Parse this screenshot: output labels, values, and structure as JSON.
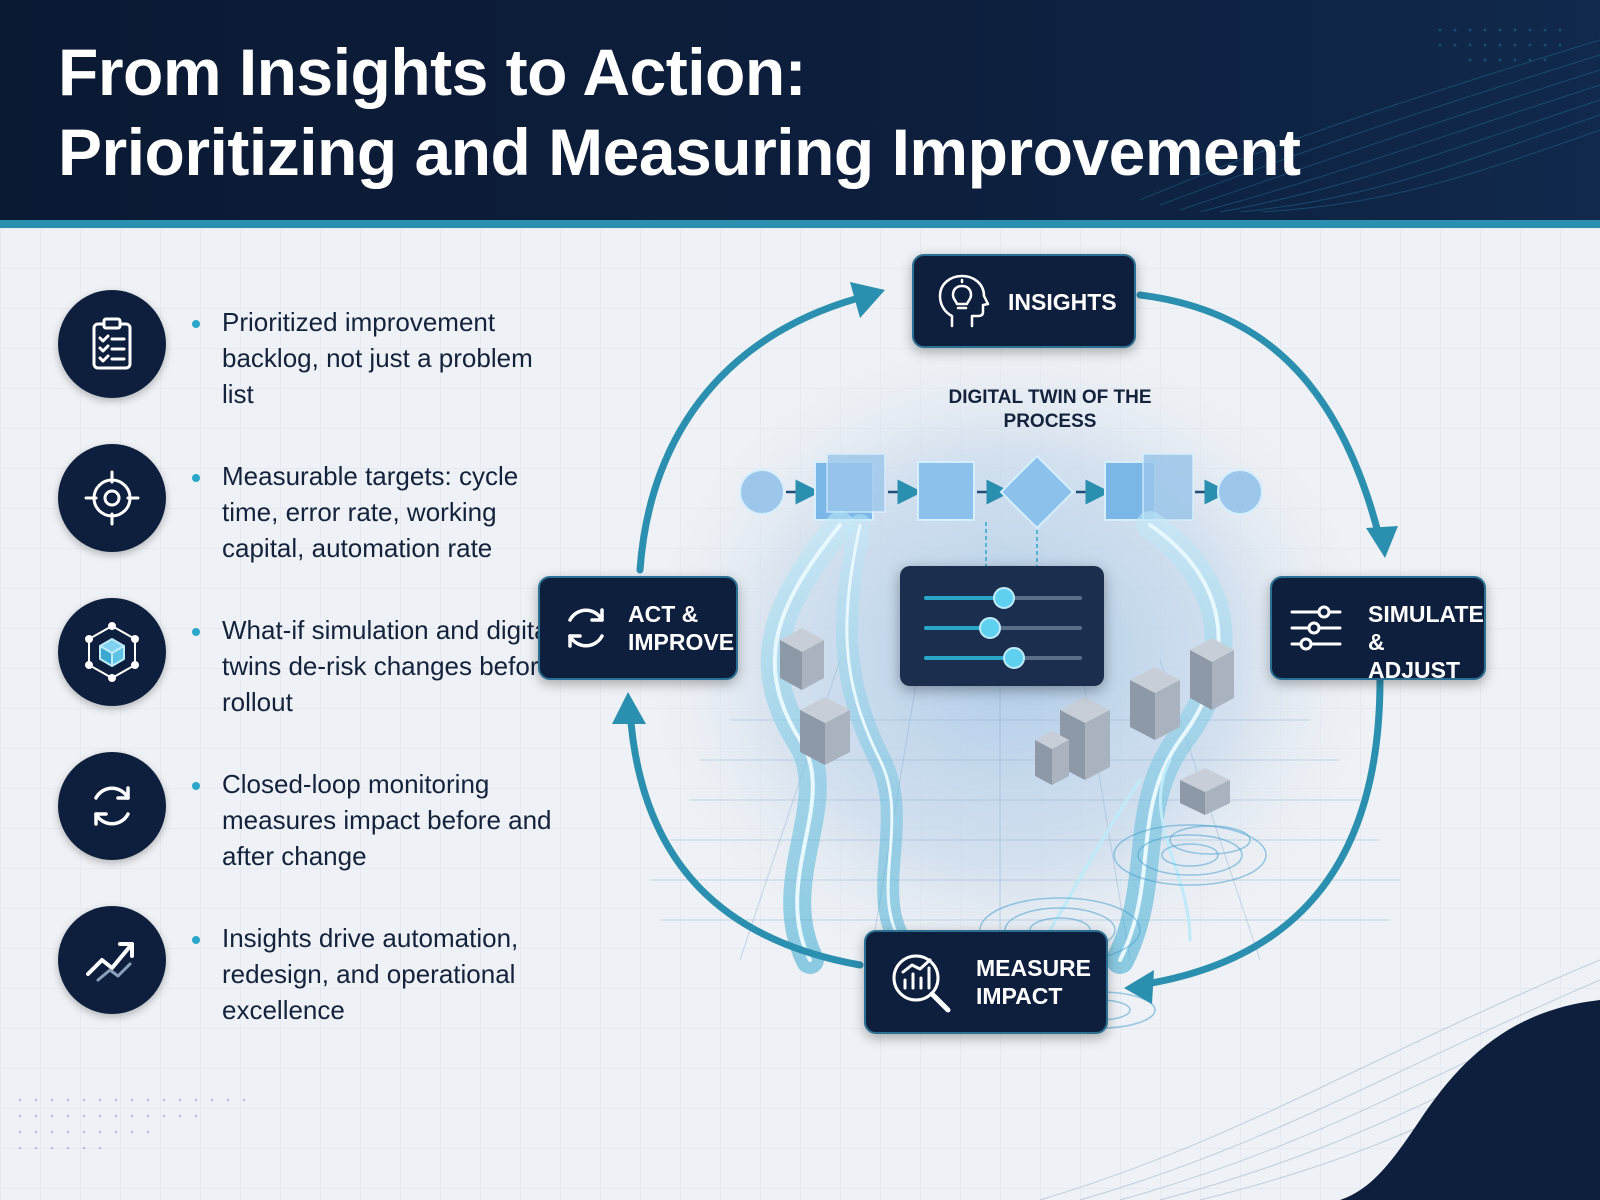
{
  "header": {
    "title_line1": "From Insights to Action:",
    "title_line2": "Prioritizing and Measuring Improvement"
  },
  "points": [
    {
      "icon": "clipboard-checklist-icon",
      "text": "Prioritized improvement backlog, not just a problem list"
    },
    {
      "icon": "target-icon",
      "text": "Measurable targets: cycle time, error rate, working capital, automation rate"
    },
    {
      "icon": "cube-network-icon",
      "text": "What-if simulation and digital twins de-risk changes before rollout"
    },
    {
      "icon": "refresh-cycle-icon",
      "text": "Closed-loop monitoring measures impact before and after change"
    },
    {
      "icon": "trend-up-arrow-icon",
      "text": "Insights drive automation, redesign, and operational excellence"
    }
  ],
  "cycle": {
    "center_label": "DIGITAL TWIN OF THE PROCESS",
    "steps": [
      {
        "icon": "lightbulb-head-icon",
        "label": "INSIGHTS"
      },
      {
        "icon": "sliders-icon",
        "label": "SIMULATE & ADJUST"
      },
      {
        "icon": "chart-magnifier-icon",
        "label": "MEASURE IMPACT"
      },
      {
        "icon": "refresh-cycle-icon",
        "label": "ACT & IMPROVE"
      }
    ]
  },
  "colors": {
    "navy": "#0e1f3e",
    "accent": "#2aa7c8",
    "arrow": "#2b8fb0",
    "glow": "#7fd3f0"
  }
}
